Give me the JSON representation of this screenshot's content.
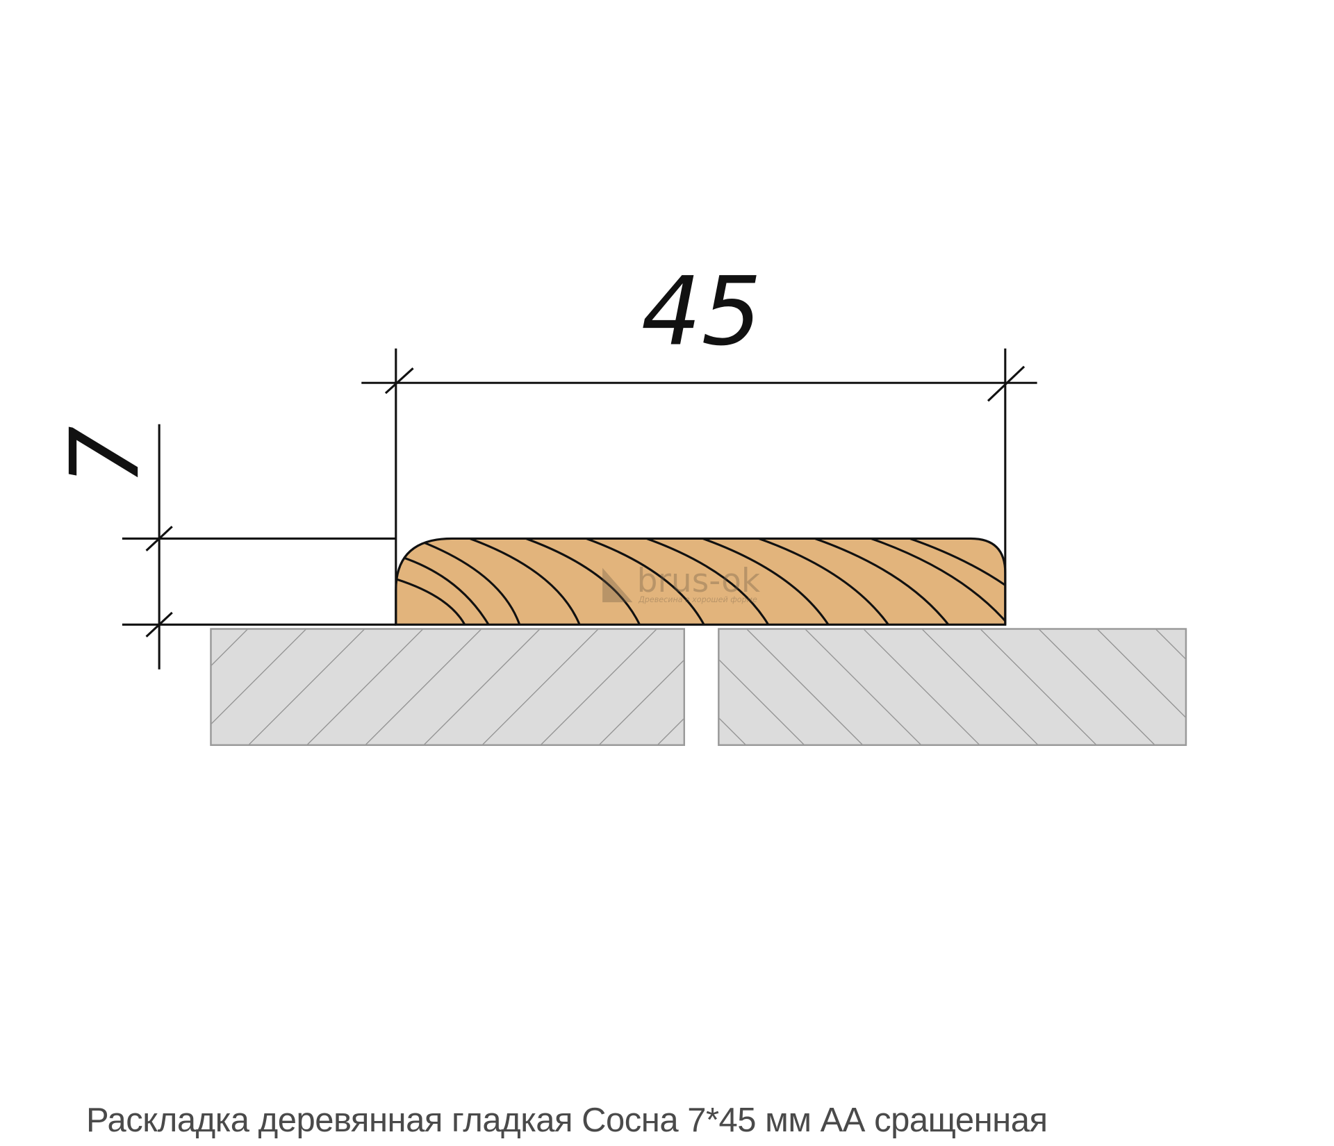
{
  "drawing": {
    "width_label": "45",
    "height_label": "7",
    "watermark_brand": "brus-ok",
    "watermark_tagline": "Древесина в хорошей форме",
    "colors": {
      "wood": "#e2b47c",
      "board": "#d9d9d9",
      "hatch": "#8c8c8c",
      "line": "#111111"
    }
  },
  "caption": "Раскладка деревянная гладкая Сосна 7*45 мм АА сращенная"
}
